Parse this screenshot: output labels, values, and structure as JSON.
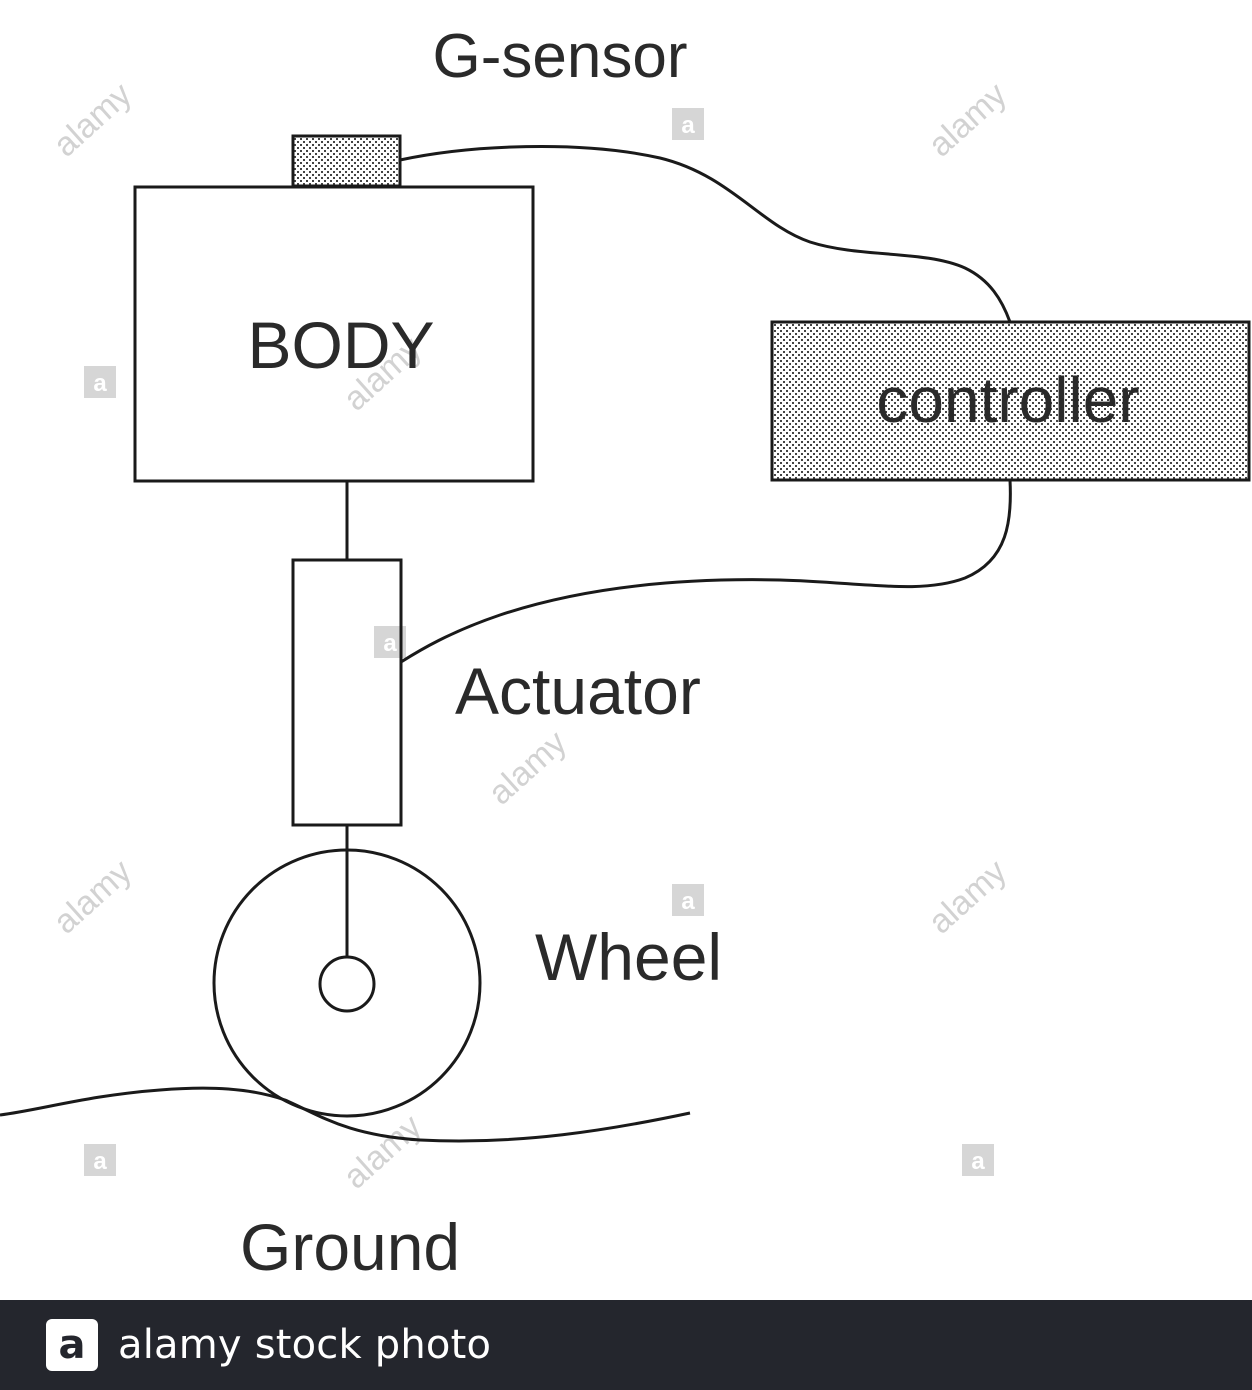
{
  "labels": {
    "g_sensor": "G-sensor",
    "body": "BODY",
    "controller": "controller",
    "actuator": "Actuator",
    "wheel": "Wheel",
    "ground": "Ground"
  },
  "watermark": {
    "word": "alamy",
    "tag_letter": "a"
  },
  "footer": {
    "logo_letter": "a",
    "text": "alamy stock photo"
  }
}
